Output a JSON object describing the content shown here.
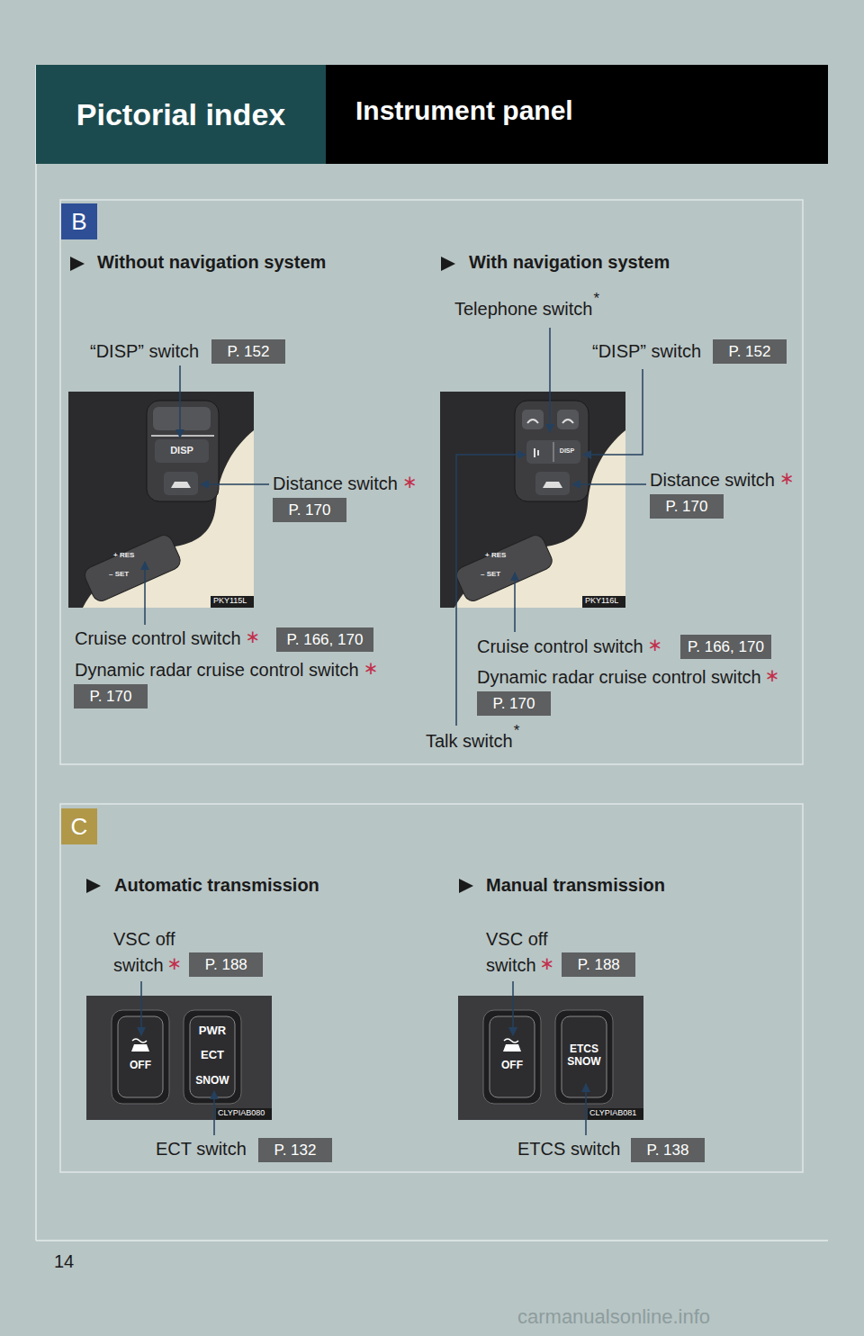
{
  "diagram": {
    "nodes": [
      {
        "text": [
          "Pictorial index"
        ]
      },
      {
        "text": [
          "Instrument panel"
        ]
      },
      {
        "text": [
          "B"
        ]
      },
      {
        "text": [
          "P. 152"
        ]
      },
      {
        "text": [
          "P. 170"
        ]
      },
      {
        "text": [
          "P. 166, 170"
        ]
      },
      {
        "text": [
          "P. 170"
        ]
      },
      {
        "text": [
          "P. 152"
        ]
      },
      {
        "text": [
          "P. 170"
        ]
      },
      {
        "text": [
          "P. 166, 170"
        ]
      },
      {
        "text": [
          "P. 170"
        ]
      },
      {
        "text": [
          "C"
        ]
      },
      {
        "text": [
          "P. 188"
        ]
      },
      {
        "text": [
          "P. 188"
        ]
      },
      {
        "text": [
          "P. 132"
        ]
      },
      {
        "text": [
          "P. 138"
        ]
      }
    ],
    "labels": [
      "Without navigation system",
      "With navigation system",
      "Telephone switch",
      "*",
      "“DISP” switch",
      "“DISP” switch",
      "Distance switch",
      "∗",
      "Distance switch",
      "∗",
      "Cruise control switch",
      "∗",
      "Dynamic radar cruise control switch",
      "∗",
      "Cruise control switch",
      "∗",
      "Dynamic radar cruise control switch",
      "∗",
      "Talk switch",
      "*",
      "Automatic transmission",
      "Manual transmission",
      "VSC off switch",
      "∗",
      "VSC off switch",
      "∗",
      "ECT switch",
      "ETCS switch",
      "DISP",
      "DISP",
      "+ RES",
      "– SET",
      "+ RES",
      "– SET",
      "PKY115L",
      "PKY116L",
      "OFF",
      "PWR",
      "ECT",
      "SNOW",
      "OFF",
      "ETCS SNOW",
      "CLYPIAB080",
      "CLYPIAB081",
      "14",
      "carmanualsonline.info"
    ]
  }
}
